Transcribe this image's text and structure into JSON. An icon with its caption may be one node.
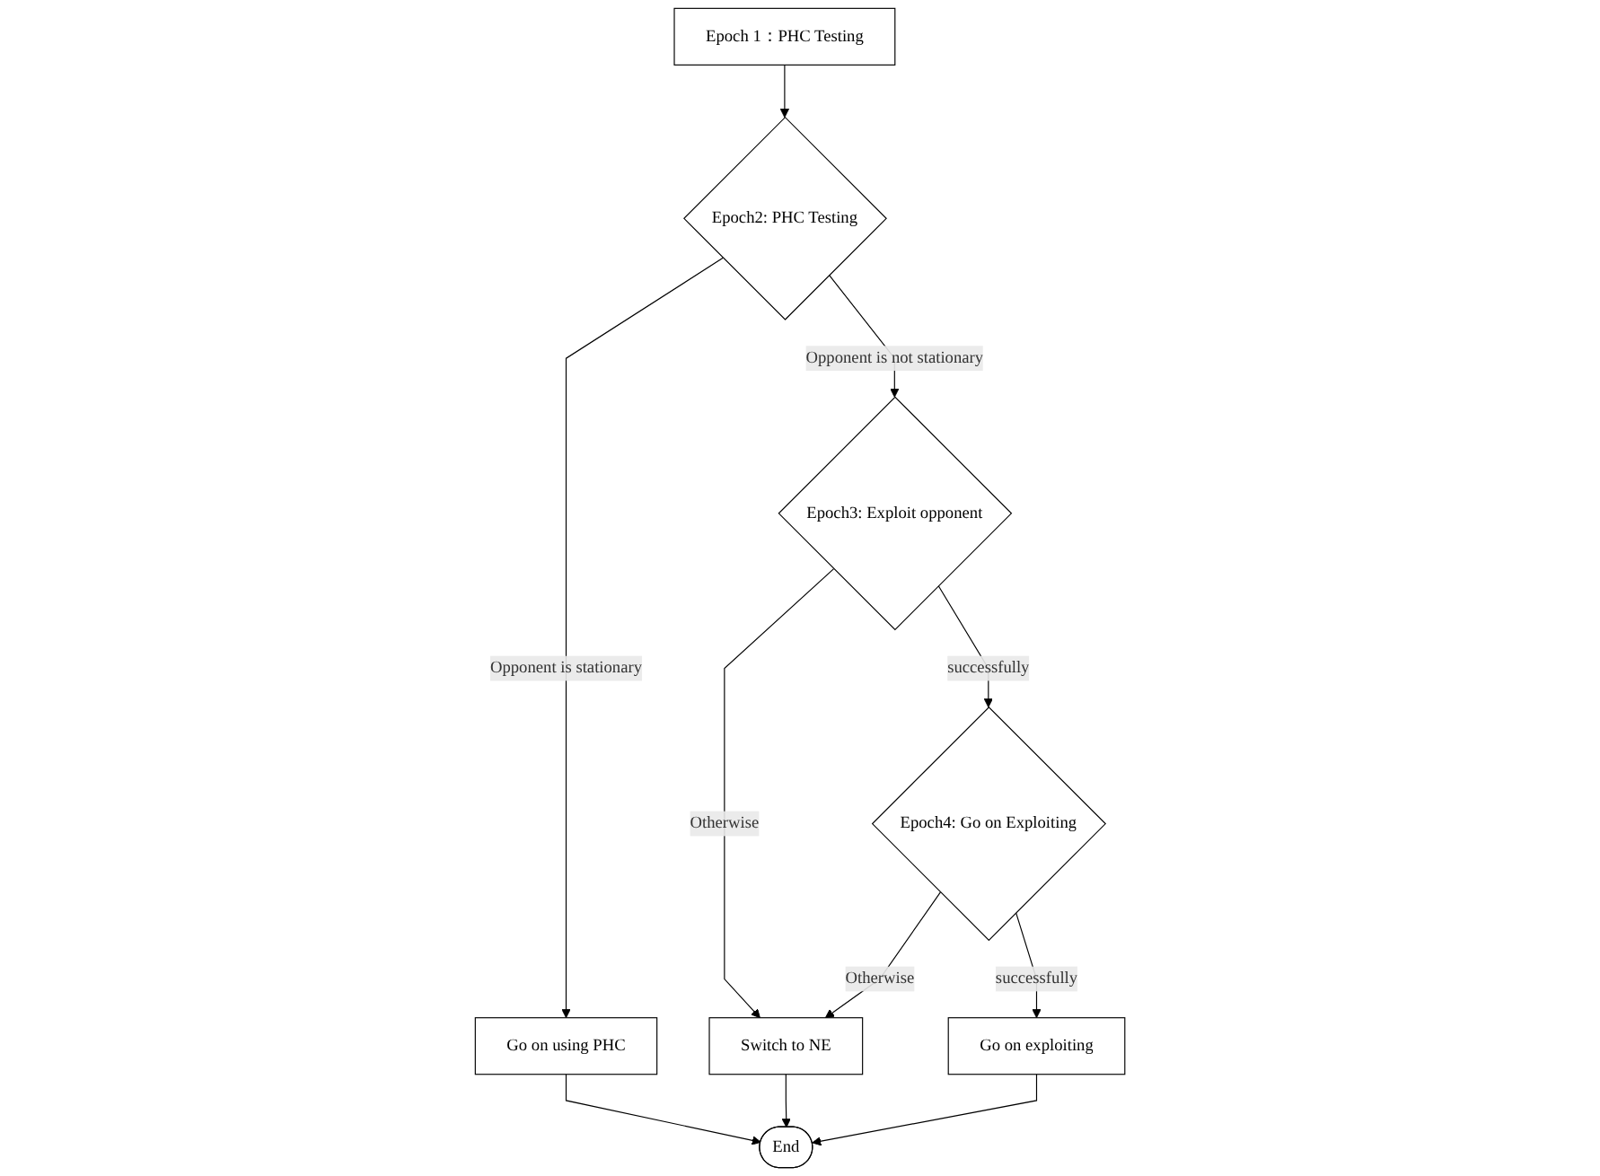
{
  "diagram": {
    "nodes": [
      {
        "text": [
          "Epoch 1：PHC Testing"
        ]
      },
      {
        "text": [
          "Epoch2: PHC Testing"
        ]
      },
      {
        "text": [
          "Epoch3: Exploit opponent"
        ]
      },
      {
        "text": [
          "Epoch4: Go on Exploiting"
        ]
      },
      {
        "text": [
          "Go on using PHC"
        ]
      },
      {
        "text": [
          "Switch to NE"
        ]
      },
      {
        "text": [
          "End"
        ]
      },
      {
        "text": [
          "Go on exploiting"
        ]
      }
    ],
    "edges": [
      {
        "from": 0,
        "to": 1,
        "arrow": "to"
      },
      {
        "from": 1,
        "to": 2,
        "arrow": "to",
        "label": "Opponent is not stationary"
      },
      {
        "from": 1,
        "to": 4,
        "arrow": "to",
        "label": "Opponent is stationary"
      },
      {
        "from": 2,
        "to": 3,
        "arrow": "to",
        "label": "successfully"
      },
      {
        "from": 2,
        "to": 5,
        "arrow": "to",
        "label": "Otherwise"
      },
      {
        "from": 3,
        "to": 5,
        "arrow": "to",
        "label": "Otherwise"
      },
      {
        "from": 3,
        "to": 7,
        "arrow": "to",
        "label": "successfully"
      },
      {
        "from": 4,
        "to": 6,
        "arrow": "to"
      },
      {
        "from": 5,
        "to": 6,
        "arrow": "to"
      },
      {
        "from": 7,
        "to": 6,
        "arrow": "to"
      }
    ]
  }
}
